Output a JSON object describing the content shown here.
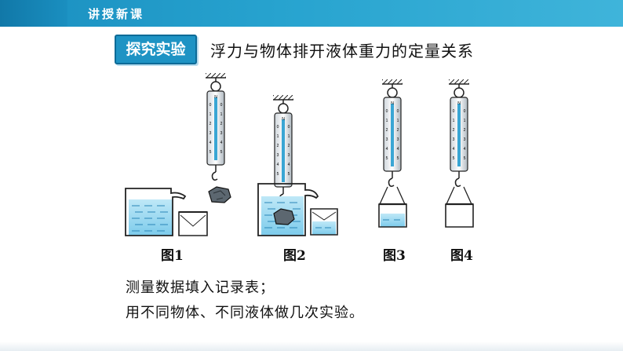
{
  "header": {
    "section_title": "讲授新课"
  },
  "tag_label": "探究实验",
  "heading": "浮力与物体排开液体重力的定量关系",
  "figures": [
    {
      "label": "图1"
    },
    {
      "label": "图2"
    },
    {
      "label": "图3"
    },
    {
      "label": "图4"
    }
  ],
  "scale": {
    "unit": "N",
    "marks": [
      "0",
      "1",
      "2",
      "3",
      "4",
      "5"
    ]
  },
  "steps": [
    "测量数据填入记录表；",
    "用不同物体、不同液体做几次实验。"
  ],
  "colors": {
    "accent": "#1e93c4",
    "water": "#8fd3f0",
    "ruler": "#3aa6d4"
  }
}
